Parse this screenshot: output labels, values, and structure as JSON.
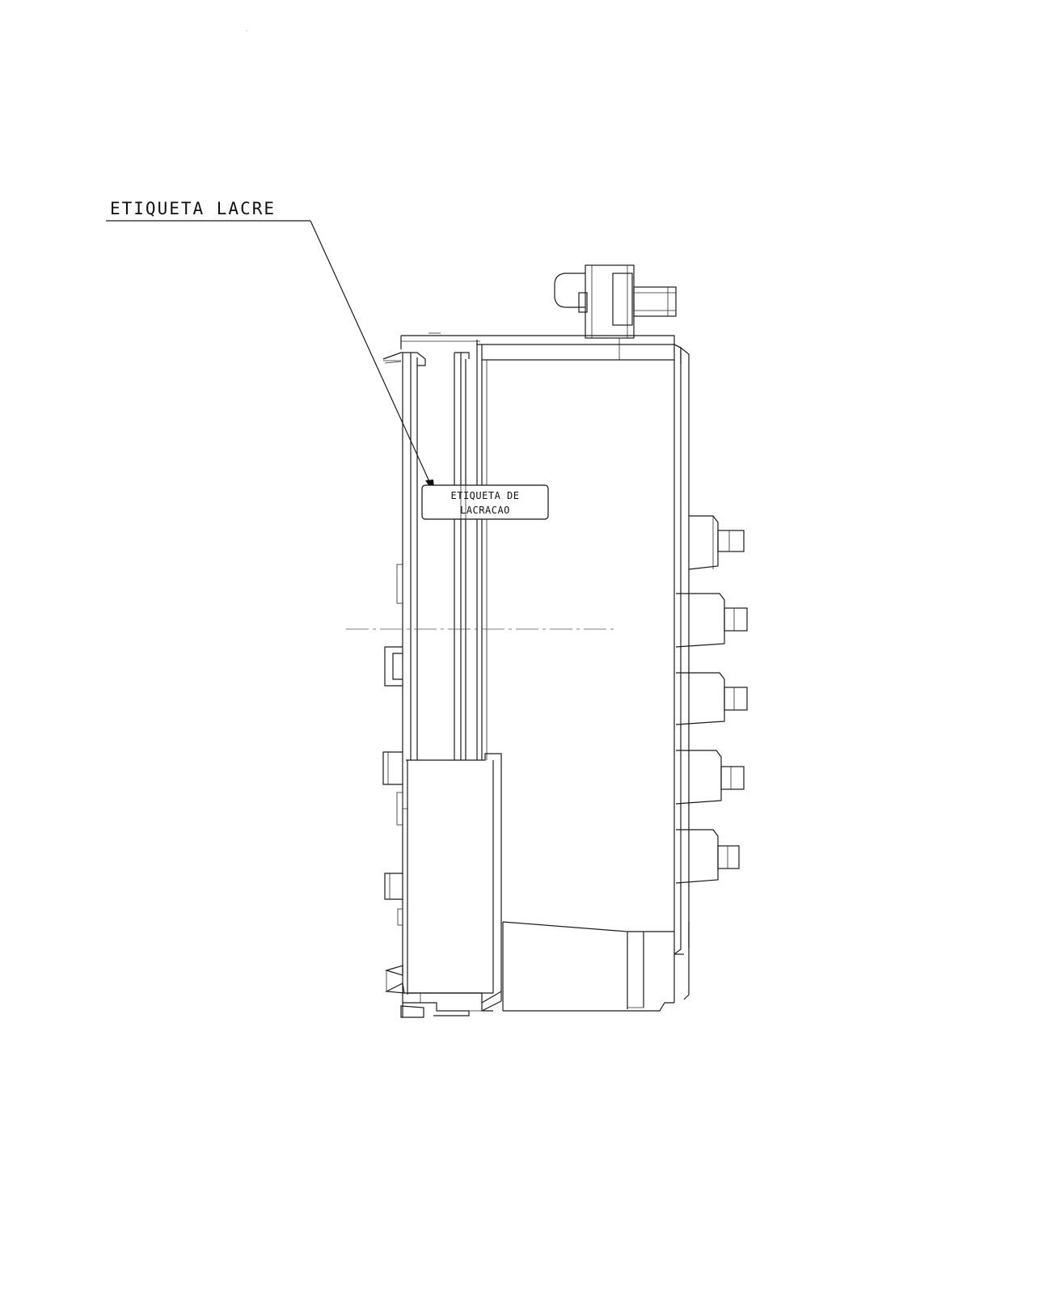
{
  "callout": {
    "text": "ETIQUETA LACRE"
  },
  "label": {
    "line1": "ETIQUETA DE",
    "line2": "LACRACAO"
  }
}
